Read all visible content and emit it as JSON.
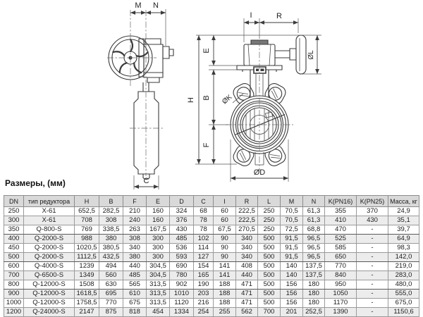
{
  "colors": {
    "line": "#3b3b3b",
    "table_header_bg": "#d9d9d9",
    "row_alt_bg": "#ececec",
    "table_border": "#8c8c8c"
  },
  "drawing": {
    "side_view": {
      "dim_m": "M",
      "dim_n": "N",
      "dim_c": "C"
    },
    "front_view": {
      "dim_i": "I",
      "dim_r": "R",
      "dim_e": "E",
      "dim_b": "B",
      "dim_h": "H",
      "dim_f": "F",
      "dim_dl": "ØL",
      "dim_dk": "ØK",
      "dim_dd": "ØD"
    }
  },
  "table": {
    "title": "Размеры, (мм)",
    "columns": [
      "DN",
      "тип редуктора",
      "H",
      "B",
      "F",
      "E",
      "D",
      "C",
      "I",
      "R",
      "L",
      "M",
      "N",
      "K(PN16)",
      "K(PN25)",
      "Масса, кг"
    ],
    "group_breaks": [
      2,
      5,
      8
    ],
    "rows": [
      [
        "250",
        "X-61",
        "652,5",
        "282,5",
        "210",
        "160",
        "324",
        "68",
        "60",
        "222,5",
        "250",
        "70,5",
        "61,3",
        "355",
        "370",
        "24,9"
      ],
      [
        "300",
        "X-61",
        "708",
        "308",
        "240",
        "160",
        "376",
        "78",
        "60",
        "222,5",
        "250",
        "70,5",
        "61,3",
        "410",
        "430",
        "35,1"
      ],
      [
        "350",
        "Q-800-S",
        "769",
        "338,5",
        "263",
        "167,5",
        "430",
        "78",
        "67,5",
        "270,5",
        "250",
        "72,5",
        "68,8",
        "470",
        "-",
        "39,7"
      ],
      [
        "400",
        "Q-2000-S",
        "988",
        "380",
        "308",
        "300",
        "485",
        "102",
        "90",
        "340",
        "500",
        "91,5",
        "96,5",
        "525",
        "-",
        "64,9"
      ],
      [
        "450",
        "Q-2000-S",
        "1020,5",
        "380,5",
        "340",
        "300",
        "536",
        "114",
        "90",
        "340",
        "500",
        "91,5",
        "96,5",
        "585",
        "-",
        "98,3"
      ],
      [
        "500",
        "Q-2000-S",
        "1112,5",
        "432,5",
        "380",
        "300",
        "593",
        "127",
        "90",
        "340",
        "500",
        "91,5",
        "96,5",
        "650",
        "-",
        "142,0"
      ],
      [
        "600",
        "Q-4000-S",
        "1239",
        "494",
        "440",
        "304,5",
        "690",
        "154",
        "141",
        "408",
        "500",
        "140",
        "137,5",
        "770",
        "-",
        "219,0"
      ],
      [
        "700",
        "Q-6500-S",
        "1349",
        "560",
        "485",
        "304,5",
        "780",
        "165",
        "141",
        "440",
        "500",
        "140",
        "137,5",
        "840",
        "-",
        "283,0"
      ],
      [
        "800",
        "Q-12000-S",
        "1508",
        "630",
        "565",
        "313,5",
        "902",
        "190",
        "188",
        "471",
        "500",
        "156",
        "180",
        "950",
        "-",
        "480,0"
      ],
      [
        "900",
        "Q-12000-S",
        "1618,5",
        "695",
        "610",
        "313,5",
        "1010",
        "203",
        "188",
        "471",
        "500",
        "156",
        "180",
        "1050",
        "-",
        "555,0"
      ],
      [
        "1000",
        "Q-12000-S",
        "1758,5",
        "770",
        "675",
        "313,5",
        "1120",
        "216",
        "188",
        "471",
        "500",
        "156",
        "180",
        "1170",
        "-",
        "675,0"
      ],
      [
        "1200",
        "Q-24000-S",
        "2147",
        "875",
        "818",
        "454",
        "1334",
        "254",
        "255",
        "562",
        "700",
        "201",
        "252,5",
        "1390",
        "-",
        "1150,6"
      ]
    ]
  }
}
